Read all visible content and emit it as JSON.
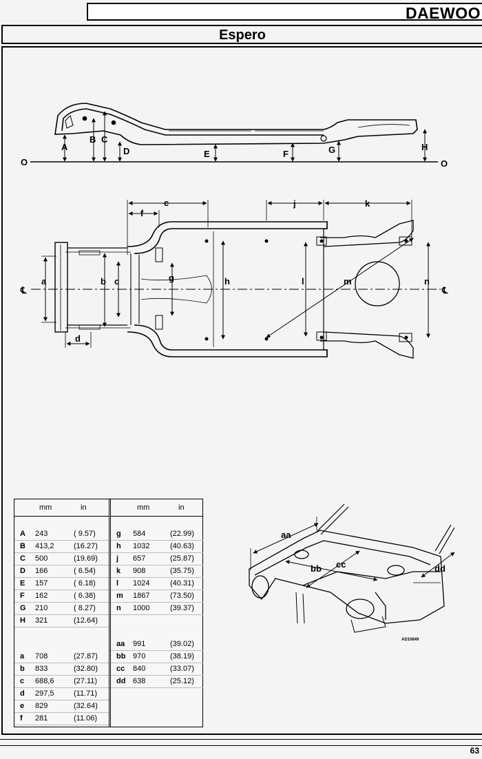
{
  "header": {
    "brand": "DAEWOO",
    "model": "Espero"
  },
  "side_view": {
    "datum_left": "O",
    "datum_right": "O",
    "labels": [
      "A",
      "B",
      "C",
      "D",
      "E",
      "F",
      "G",
      "H"
    ]
  },
  "plan_view": {
    "centerline_left": "℄",
    "centerline_right": "℄",
    "labels": [
      "a",
      "b",
      "c",
      "d",
      "e",
      "f",
      "g",
      "h",
      "j",
      "k",
      "l",
      "m",
      "n"
    ]
  },
  "iso_view": {
    "labels": [
      "aa",
      "bb",
      "cc",
      "dd"
    ],
    "ref_code": "AD10649"
  },
  "table": {
    "header_mm": "mm",
    "header_in": "in",
    "left_group1": [
      {
        "key": "A",
        "mm": "243",
        "in": "( 9.57)"
      },
      {
        "key": "B",
        "mm": "413,2",
        "in": "(16.27)"
      },
      {
        "key": "C",
        "mm": "500",
        "in": "(19.69)"
      },
      {
        "key": "D",
        "mm": "166",
        "in": "( 6.54)"
      },
      {
        "key": "E",
        "mm": "157",
        "in": "( 6.18)"
      },
      {
        "key": "F",
        "mm": "162",
        "in": "( 6.38)"
      },
      {
        "key": "G",
        "mm": "210",
        "in": "( 8.27)"
      },
      {
        "key": "H",
        "mm": "321",
        "in": "(12.64)"
      }
    ],
    "left_group2": [
      {
        "key": "a",
        "mm": "708",
        "in": "(27.87)"
      },
      {
        "key": "b",
        "mm": "833",
        "in": "(32.80)"
      },
      {
        "key": "c",
        "mm": "688,6",
        "in": "(27.11)"
      },
      {
        "key": "d",
        "mm": "297,5",
        "in": "(11.71)"
      },
      {
        "key": "e",
        "mm": "829",
        "in": "(32.64)"
      },
      {
        "key": "f",
        "mm": "281",
        "in": "(11.06)"
      }
    ],
    "right_group1": [
      {
        "key": "g",
        "mm": "584",
        "in": "(22.99)"
      },
      {
        "key": "h",
        "mm": "1032",
        "in": "(40.63)"
      },
      {
        "key": "j",
        "mm": "657",
        "in": "(25.87)"
      },
      {
        "key": "k",
        "mm": "908",
        "in": "(35.75)"
      },
      {
        "key": "l",
        "mm": "1024",
        "in": "(40.31)"
      },
      {
        "key": "m",
        "mm": "1867",
        "in": "(73.50)"
      },
      {
        "key": "n",
        "mm": "1000",
        "in": "(39.37)"
      }
    ],
    "right_group2": [
      {
        "key": "aa",
        "mm": "991",
        "in": "(39.02)"
      },
      {
        "key": "bb",
        "mm": "970",
        "in": "(38.19)"
      },
      {
        "key": "cc",
        "mm": "840",
        "in": "(33.07)"
      },
      {
        "key": "dd",
        "mm": "638",
        "in": "(25.12)"
      }
    ]
  },
  "footer": {
    "page_number": "63"
  }
}
